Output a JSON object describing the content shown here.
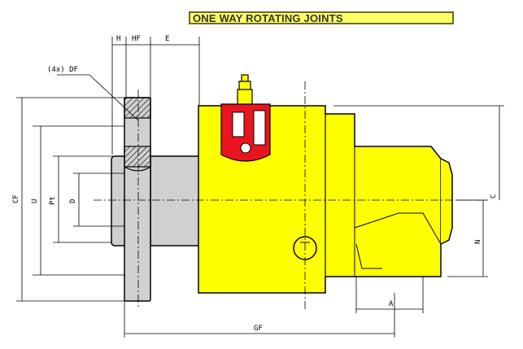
{
  "title": "ONE WAY ROTATING JOINTS",
  "labels": {
    "h": "H",
    "hf": "HF",
    "e": "E",
    "df": "(4x) DF",
    "cf": "CF",
    "u": "U",
    "pt": "Pt",
    "d": "D",
    "c": "C",
    "n": "N",
    "a": "A",
    "gf": "GF"
  },
  "colors": {
    "body": "#ffff00",
    "shaft": "#d0d0d0",
    "tag": "#e8141e",
    "title_bg": "#ffff66"
  },
  "icons": {
    "grease_nipple": "grease-nipple-icon",
    "brand_tag": "brand-tag-icon"
  }
}
